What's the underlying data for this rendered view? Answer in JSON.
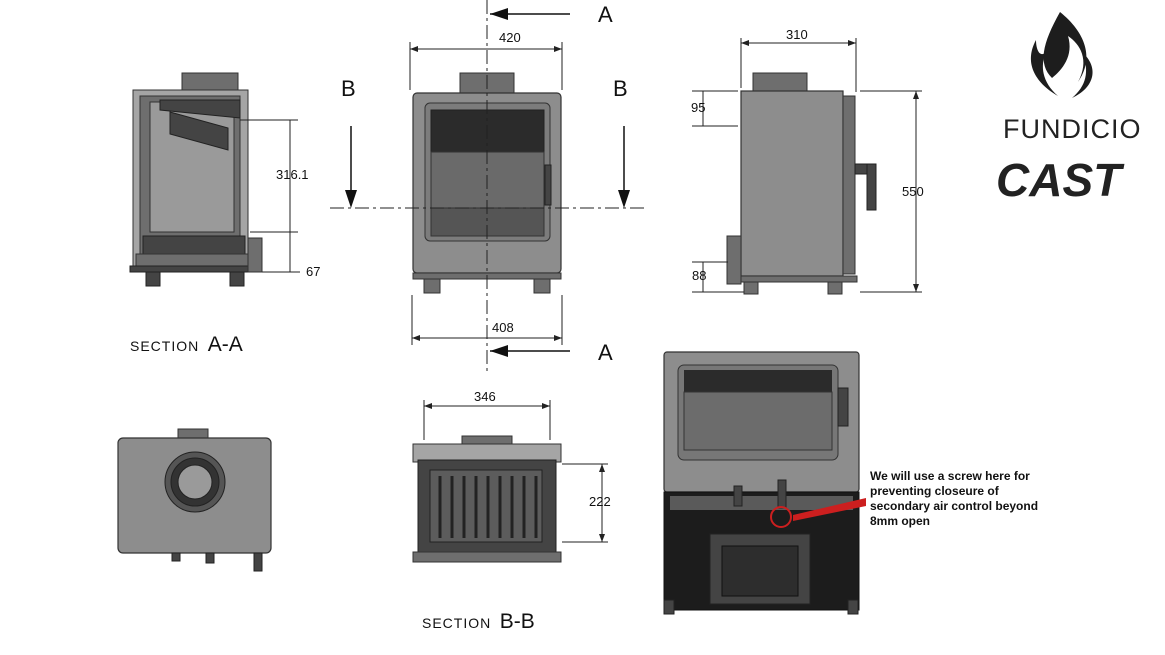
{
  "section_labels": {
    "a_top": "A",
    "a_bottom": "A",
    "b_left": "B",
    "b_right": "B"
  },
  "captions": {
    "section_aa_prefix": "SECTION",
    "section_aa_suffix": "A-A",
    "section_bb_prefix": "SECTION",
    "section_bb_suffix": "B-B"
  },
  "dimensions": {
    "front_top_width": "420",
    "front_bottom_width": "408",
    "side_depth": "310",
    "side_height": "550",
    "side_top_offset": "95",
    "side_bottom_offset": "88",
    "section_aa_height": "316.1",
    "section_aa_base": "67",
    "section_bb_width": "346",
    "section_bb_depth": "222"
  },
  "annotation": {
    "line1": "We will use a screw here for",
    "line2": "preventing closeure of",
    "line3": "secondary air control beyond",
    "line4": "8mm open",
    "marker_color": "#cc1f1f"
  },
  "brand": {
    "line1": "FUNDICIO",
    "line2": "CAST",
    "flame_icon": "flame-icon"
  }
}
